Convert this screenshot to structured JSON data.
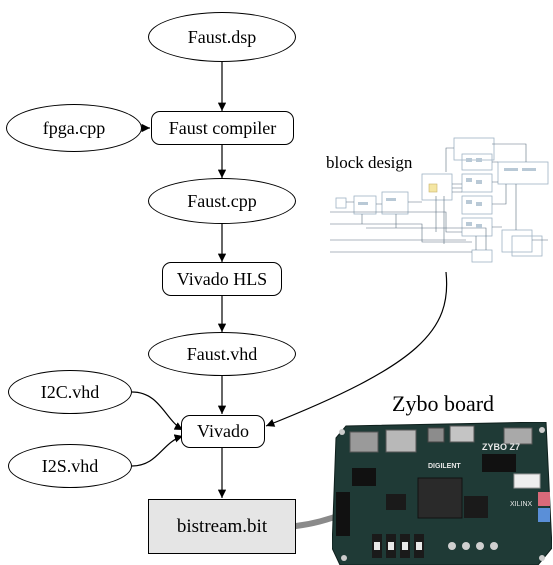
{
  "nodes": {
    "faust_dsp": "Faust.dsp",
    "fpga_cpp": "fpga.cpp",
    "faust_compiler": "Faust compiler",
    "faust_cpp": "Faust.cpp",
    "vivado_hls": "Vivado HLS",
    "faust_vhd": "Faust.vhd",
    "i2c_vhd": "I2C.vhd",
    "vivado": "Vivado",
    "i2s_vhd": "I2S.vhd",
    "bitstream": "bistream.bit"
  },
  "captions": {
    "block_design": "block design",
    "zybo_board": "Zybo board"
  },
  "board_labels": {
    "brand": "DIGILENT",
    "model": "ZYBO Z7",
    "vendor": "XILINX"
  },
  "colors": {
    "bitstream_fill": "#e5e5e5",
    "board_pcb": "#1f3a36",
    "arrow_gray": "#8a8a8a"
  }
}
